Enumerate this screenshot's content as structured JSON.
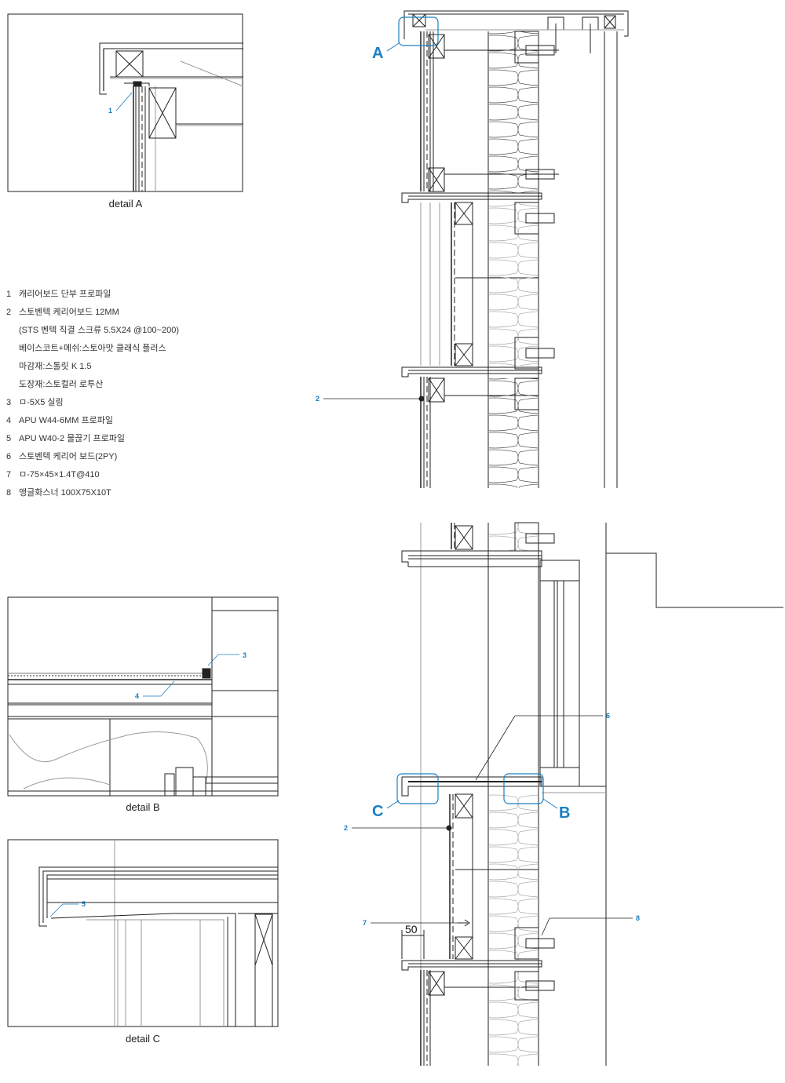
{
  "panels": {
    "detail_a": "detail A",
    "detail_b": "detail B",
    "detail_c": "detail C"
  },
  "legend": [
    {
      "num": "1",
      "text": "캐리어보드 단부 프로파일"
    },
    {
      "num": "2",
      "text": "스토벤텍 케리어보드 12MM"
    },
    {
      "num": "",
      "text": "(STS 벤텍 직결 스크류 5.5X24 @100~200)"
    },
    {
      "num": "",
      "text": "베이스코트+메쉬:스토아맛 클래식 플러스"
    },
    {
      "num": "",
      "text": "마감재:스톨릿 K 1.5"
    },
    {
      "num": "",
      "text": "도장재:스토컬러 로투산"
    },
    {
      "num": "3",
      "text": "ㅁ-5X5 실링"
    },
    {
      "num": "4",
      "text": "APU W44-6MM 프로파일"
    },
    {
      "num": "5",
      "text": "APU W40-2 물끊기 프로파일"
    },
    {
      "num": "6",
      "text": "스토벤텍 케리어 보드(2PY)"
    },
    {
      "num": "7",
      "text": "ㅁ-75×45×1.4T@410"
    },
    {
      "num": "8",
      "text": "앵글화스너 100X75X10T"
    }
  ],
  "callouts": {
    "a_1": "1",
    "b_3": "3",
    "b_4": "4",
    "c_5": "5",
    "main_2_top": "2",
    "main_2_bottom": "2",
    "main_6": "6",
    "main_7": "7",
    "main_8": "8",
    "letter_a": "A",
    "letter_b": "B",
    "letter_c": "C",
    "dimension": "50"
  },
  "colors": {
    "callout_blue": "#1a7fc1",
    "line": "#222222"
  }
}
